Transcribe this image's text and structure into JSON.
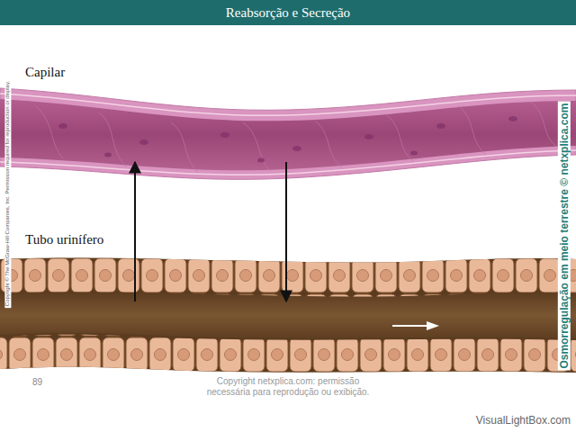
{
  "diagram": {
    "title": "Reabsorção e Secreção",
    "nodes": [
      {
        "text": [
          "Capilar"
        ]
      },
      {
        "text": [
          "Tubo urinífero"
        ]
      }
    ],
    "edges": [
      {
        "from": 1,
        "to": 0,
        "arrow": "to"
      },
      {
        "from": 0,
        "to": 1,
        "arrow": "to"
      }
    ],
    "labels": [
      "Copyright © The McGraw-Hill Companies, Inc. Permission required for reproduction or display.",
      "Osmorregulação em meio terrestre © netxplica.com",
      "89",
      "Copyright netxplica.com: permissão necessária para reprodução ou exibição.",
      "VisualLightBox.com"
    ]
  }
}
